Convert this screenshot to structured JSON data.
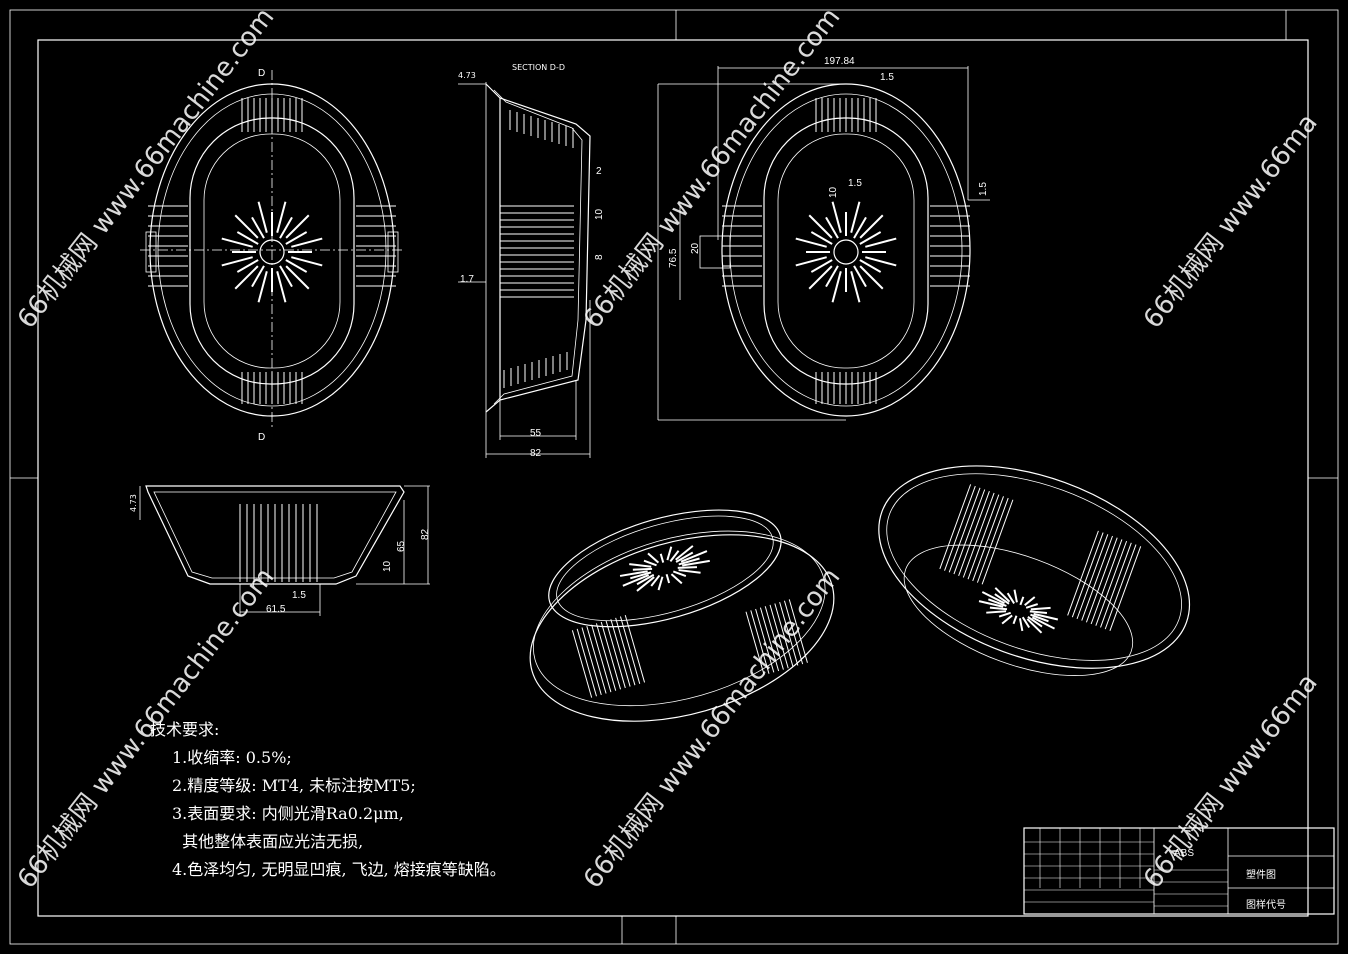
{
  "section_label": "SECTION D-D",
  "section_marker": "D",
  "dims": {
    "d473": "4.73",
    "d2": "2",
    "d10": "10",
    "d8": "8",
    "d17": "1.7",
    "d55": "55",
    "d82": "82",
    "d19784": "197.84",
    "d15": "1.5",
    "d20": "20",
    "d765": "76.5",
    "d65": "65",
    "d615": "61.5"
  },
  "notes": {
    "title": "技术要求:",
    "items": [
      "1.收缩率: 0.5%;",
      "2.精度等级: MT4, 未标注按MT5;",
      "3.表面要求: 内侧光滑Ra0.2μm,",
      "  其他整体表面应光洁无损,",
      "4.色泽均匀, 无明显凹痕, 飞边, 熔接痕等缺陷。"
    ]
  },
  "title_block": {
    "material": "ABS",
    "drawing_name": "塑件图",
    "drawing_code": "图样代号"
  },
  "watermark": "66机械网 www.66machine.com",
  "watermark_right": "66机械网 www.66ma"
}
